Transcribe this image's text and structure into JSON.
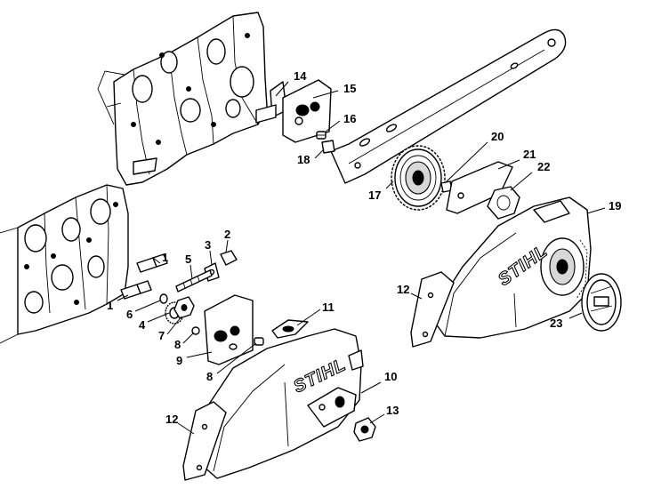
{
  "diagram": {
    "brand_label_cover": "STIHL",
    "brand_label_sprocket_cover": "STIHL",
    "callouts": [
      "1",
      "1",
      "2",
      "3",
      "4",
      "5",
      "6",
      "7",
      "8",
      "8",
      "9",
      "10",
      "11",
      "12",
      "12",
      "13",
      "14",
      "15",
      "16",
      "17",
      "18",
      "19",
      "20",
      "21",
      "22",
      "23"
    ]
  },
  "colors": {
    "line": "#000000",
    "background": "#ffffff",
    "shade": "#d8d8d8"
  }
}
